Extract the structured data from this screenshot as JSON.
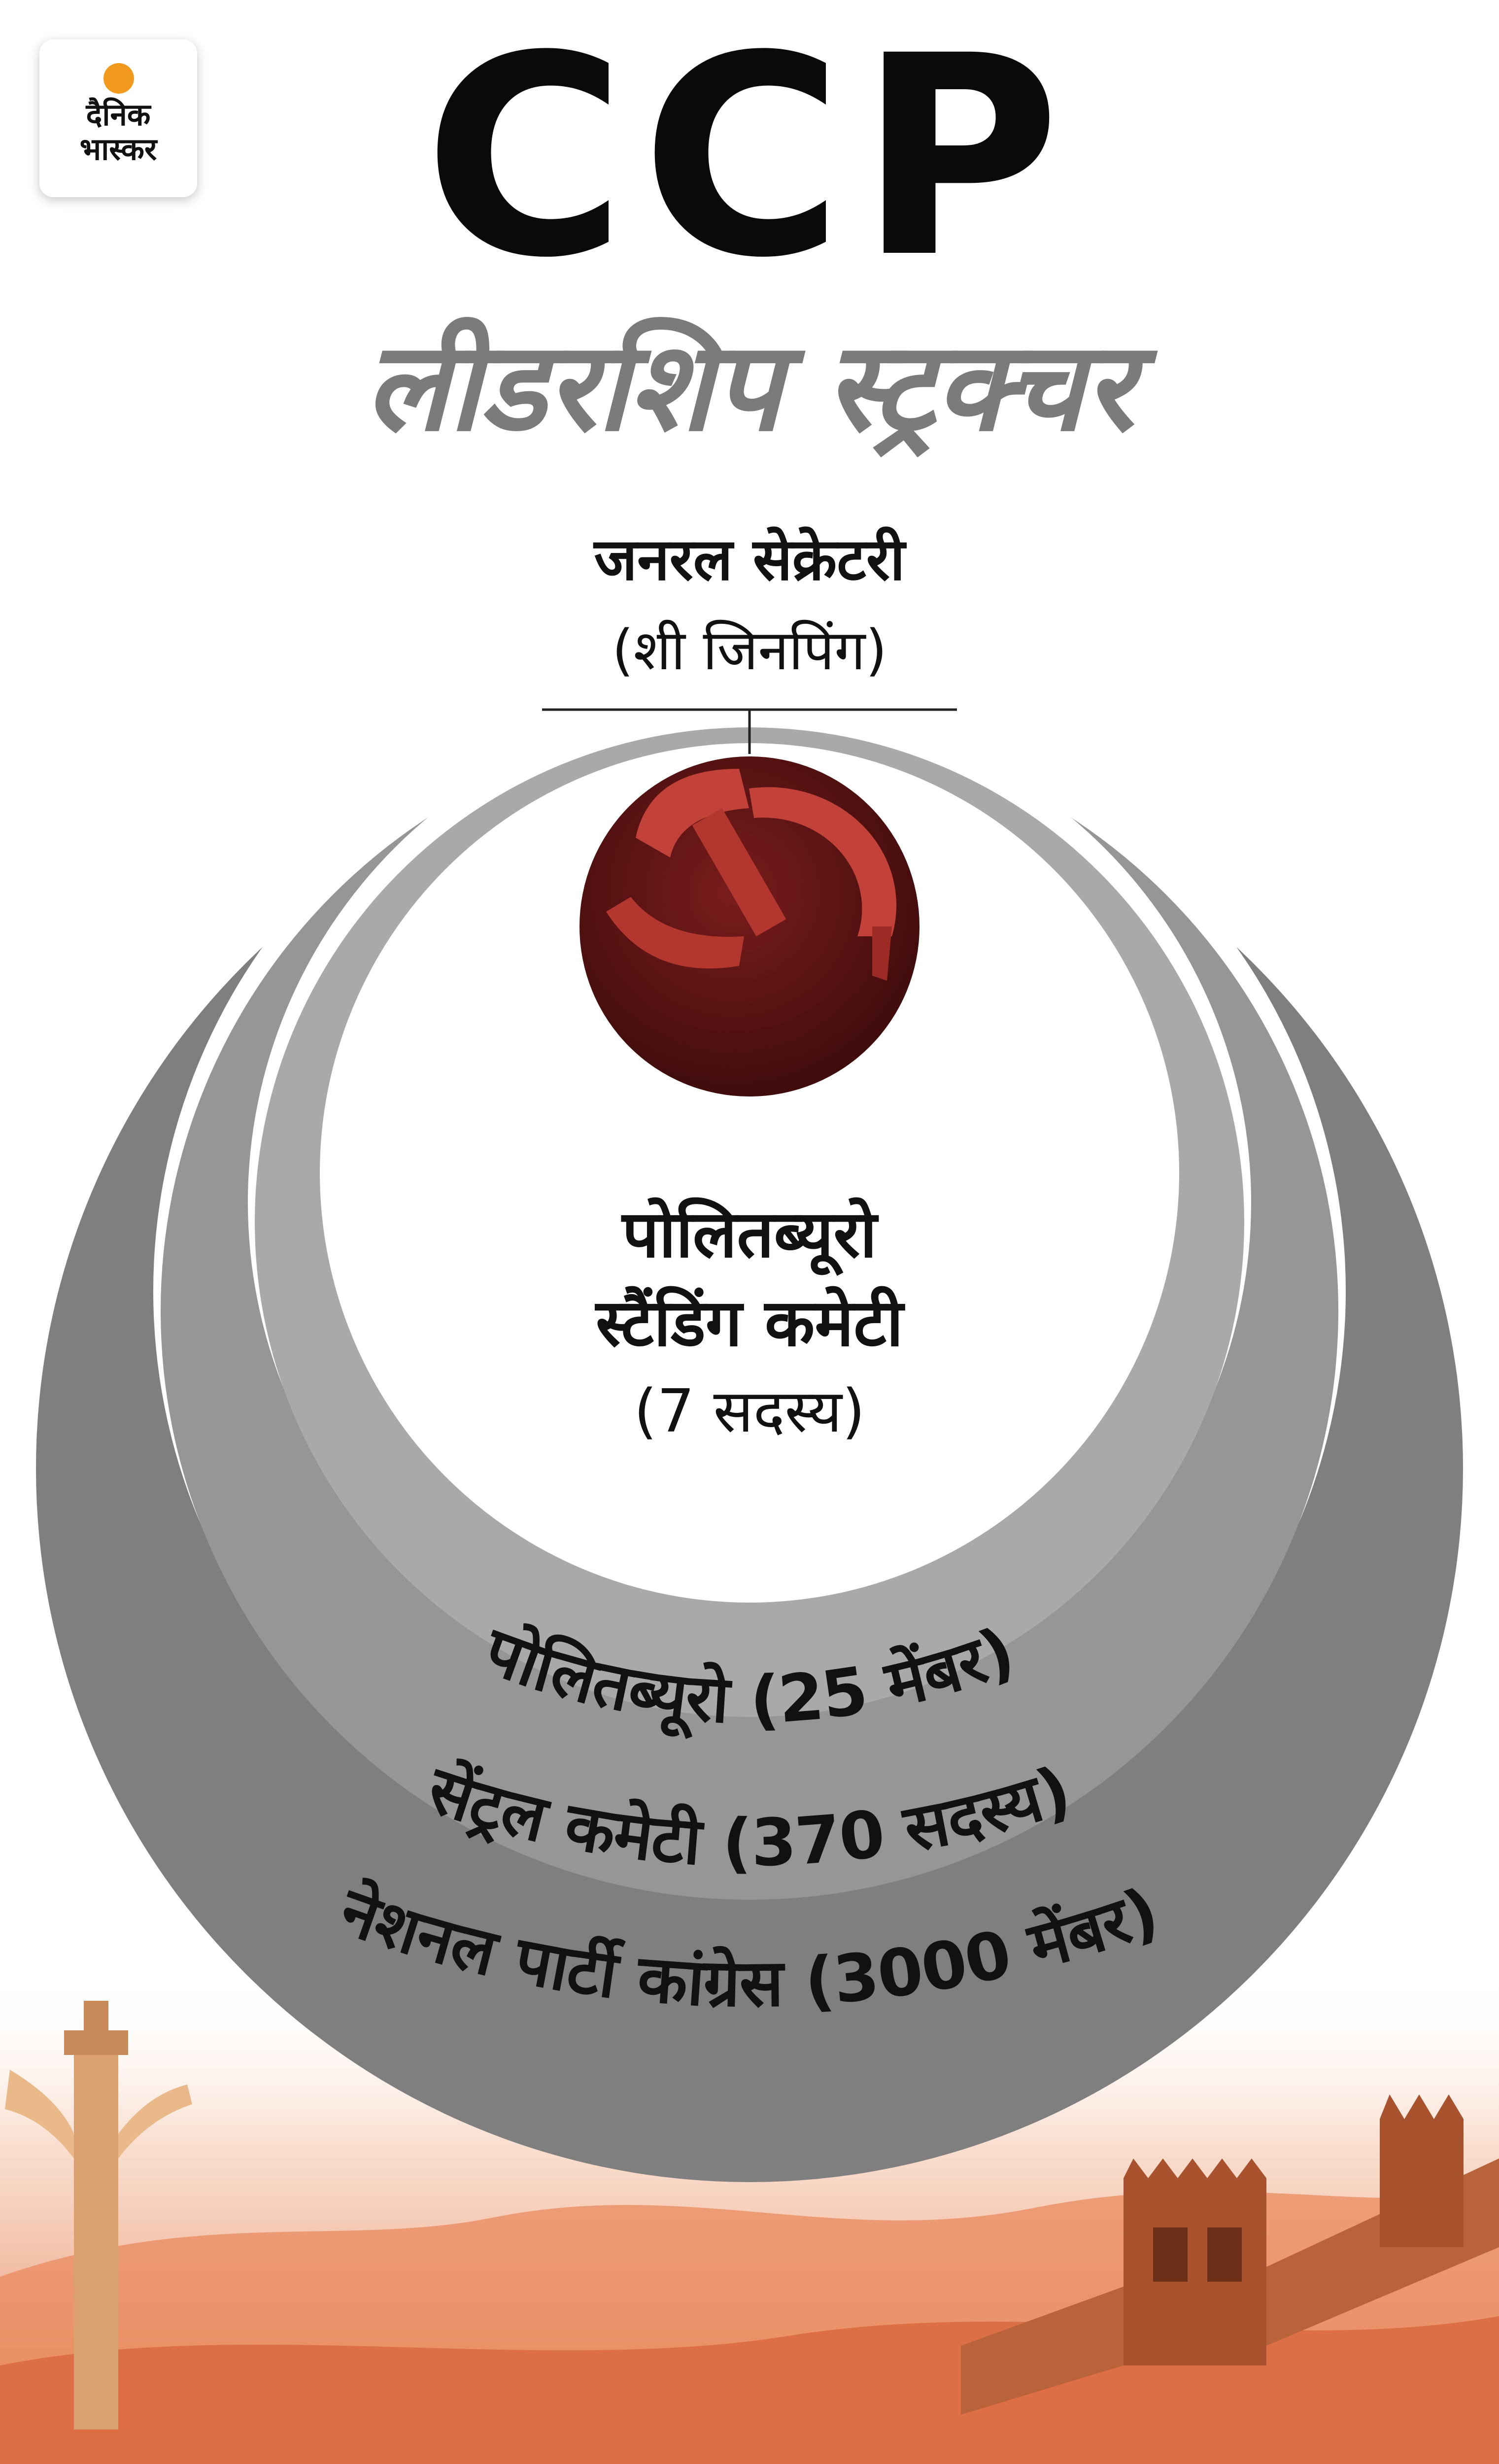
{
  "logo": {
    "line1": "दैनिक",
    "line2": "भास्कर"
  },
  "header": {
    "title": "CCP",
    "subtitle": "लीडरशिप स्ट्रक्चर"
  },
  "top": {
    "title": "जनरल सेक्रेटरी",
    "name": "(शी जिनपिंग)"
  },
  "center": {
    "line1": "पोलितब्यूरो",
    "line2": "स्टैंडिंग कमेटी",
    "line3": "(7 सदस्य)"
  },
  "rings": [
    {
      "label": "पोलितब्यूरो (25 मेंबर)",
      "color": "#a9a9a9"
    },
    {
      "label": "सेंट्रल कमेटी (370 सदस्य)",
      "color": "#969696"
    },
    {
      "label": "नेशनल पार्टी कांग्रेस (3000 मेंबर)",
      "color": "#7f7f7f"
    }
  ],
  "colors": {
    "emblem": "#5a1414",
    "emblem_symbol": "#c2423a",
    "subtitle": "#7b7b7b",
    "logo_accent": "#f29a1e",
    "footer_warm": "#e27a4f"
  },
  "icons": [
    "hammer-sickle-icon",
    "pillar-icon",
    "great-wall-icon",
    "logo-sun-icon"
  ]
}
